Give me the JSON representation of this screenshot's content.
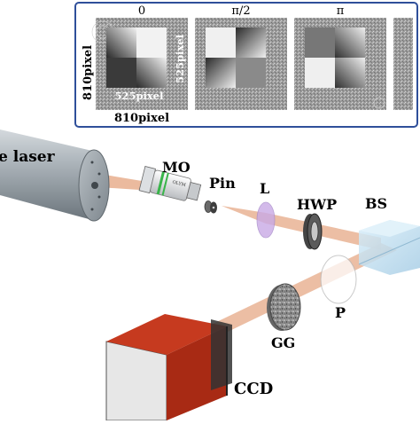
{
  "inset": {
    "phase_labels": [
      "0",
      "π/2",
      "π"
    ],
    "dim_height": "810pixel",
    "dim_width": "810pixel",
    "inner_height": "525pixel",
    "inner_width": "525pixel"
  },
  "components": {
    "laser": "e laser",
    "mo": "MO",
    "pin": "Pin",
    "lens": "L",
    "hwp": "HWP",
    "bs": "BS",
    "polarizer": "P",
    "gg": "GG",
    "ccd": "CCD"
  },
  "colors": {
    "frame_border": "#2f4f9a",
    "beam": "#e9b394",
    "ccd_red": "#c63a1f",
    "lens": "#c9a9e6",
    "bs_glass": "#bfe0f2",
    "laser_body": "#8f9aa2"
  }
}
